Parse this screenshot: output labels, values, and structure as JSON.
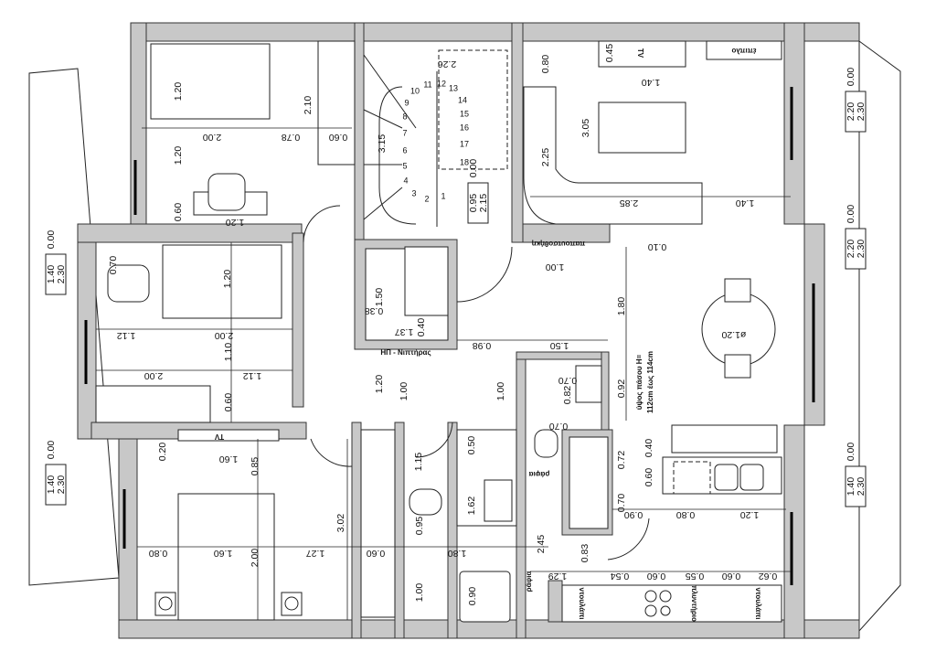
{
  "colors": {
    "wall": "#c8c8c8",
    "line": "#222222",
    "background": "#ffffff"
  },
  "labels": {
    "tv_living": "TV",
    "furniture": "έπιπλο",
    "shoe_cabinet": "παπουτσοθήκη",
    "wc_sink": "ΗΠ - Νιπτήρας",
    "tv_bedroom": "TV",
    "shelves_1": "ράφια",
    "shelves_2": "ράφια",
    "kitchen_1": "ντουλάπι",
    "kitchen_2": "πλυντήριο",
    "kitchen_3": "ντουλάπι",
    "note_1": "ύψος πάσου H=",
    "note_2": "112cm έως 114cm",
    "table_diameter": "ø1.20"
  },
  "levels": [
    {
      "a": "2.20",
      "b": "2.30",
      "c": "0.00"
    },
    {
      "a": "2.20",
      "b": "2.30",
      "c": "0.00"
    },
    {
      "a": "1.40",
      "b": "2.30",
      "c": "0.00"
    },
    {
      "a": "1.40",
      "b": "2.30",
      "c": "0.00"
    },
    {
      "a": "1.40",
      "b": "2.30",
      "c": "0.00"
    },
    {
      "a": "0.95",
      "b": "2.15",
      "c": "0.00"
    }
  ],
  "stairs": [
    "1",
    "2",
    "3",
    "4",
    "5",
    "6",
    "7",
    "8",
    "9",
    "10",
    "11",
    "12",
    "13",
    "14",
    "15",
    "16",
    "17",
    "18"
  ],
  "dims": [
    "1.20",
    "2.10",
    "2.00",
    "0.78",
    "0.60",
    "1.20",
    "0.60",
    "1.20",
    "2.26",
    "3.15",
    "0.80",
    "0.45",
    "1.40",
    "3.05",
    "2.25",
    "2.85",
    "1.40",
    "0.10",
    "1.00",
    "1.50",
    "0.38",
    "1.37",
    "0.40",
    "0.98",
    "1.50",
    "1.80",
    "0.70",
    "1.20",
    "1.12",
    "2.00",
    "1.10",
    "2.00",
    "1.12",
    "0.60",
    "1.20",
    "1.00",
    "1.00",
    "0.70",
    "0.82",
    "0.92",
    "0.70",
    "0.20",
    "1.60",
    "0.85",
    "0.80",
    "1.60",
    "2.00",
    "1.27",
    "3.02",
    "0.60",
    "1.15",
    "0.50",
    "0.95",
    "1.62",
    "1.80",
    "1.00",
    "0.90",
    "0.40",
    "0.72",
    "0.60",
    "0.70",
    "0.90",
    "0.80",
    "1.20",
    "2.45",
    "0.83",
    "1.29",
    "0.54",
    "0.60",
    "0.55",
    "0.60",
    "0.62"
  ]
}
